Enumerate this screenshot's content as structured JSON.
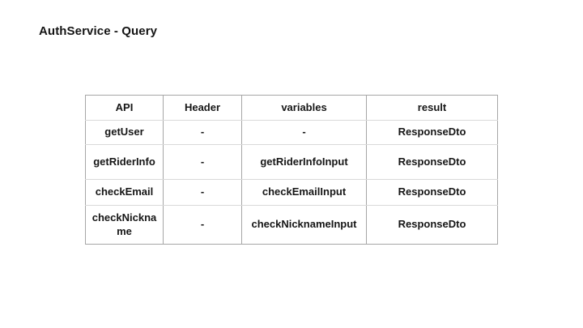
{
  "slide": {
    "title": "AuthService - Query"
  },
  "table": {
    "headers": [
      "API",
      "Header",
      "variables",
      "result"
    ],
    "rows": [
      [
        "getUser",
        "-",
        "-",
        "ResponseDto"
      ],
      [
        "getRiderInfo",
        "-",
        "getRiderInfoInput",
        "ResponseDto"
      ],
      [
        "checkEmail",
        "-",
        "checkEmailInput",
        "ResponseDto"
      ],
      [
        "checkNickname",
        "-",
        "checkNicknameInput",
        "ResponseDto"
      ]
    ]
  },
  "colors": {
    "background": "#ffffff",
    "text": "#161616",
    "border_strong": "#a6a6a6",
    "border_light": "#d9d9d9"
  }
}
